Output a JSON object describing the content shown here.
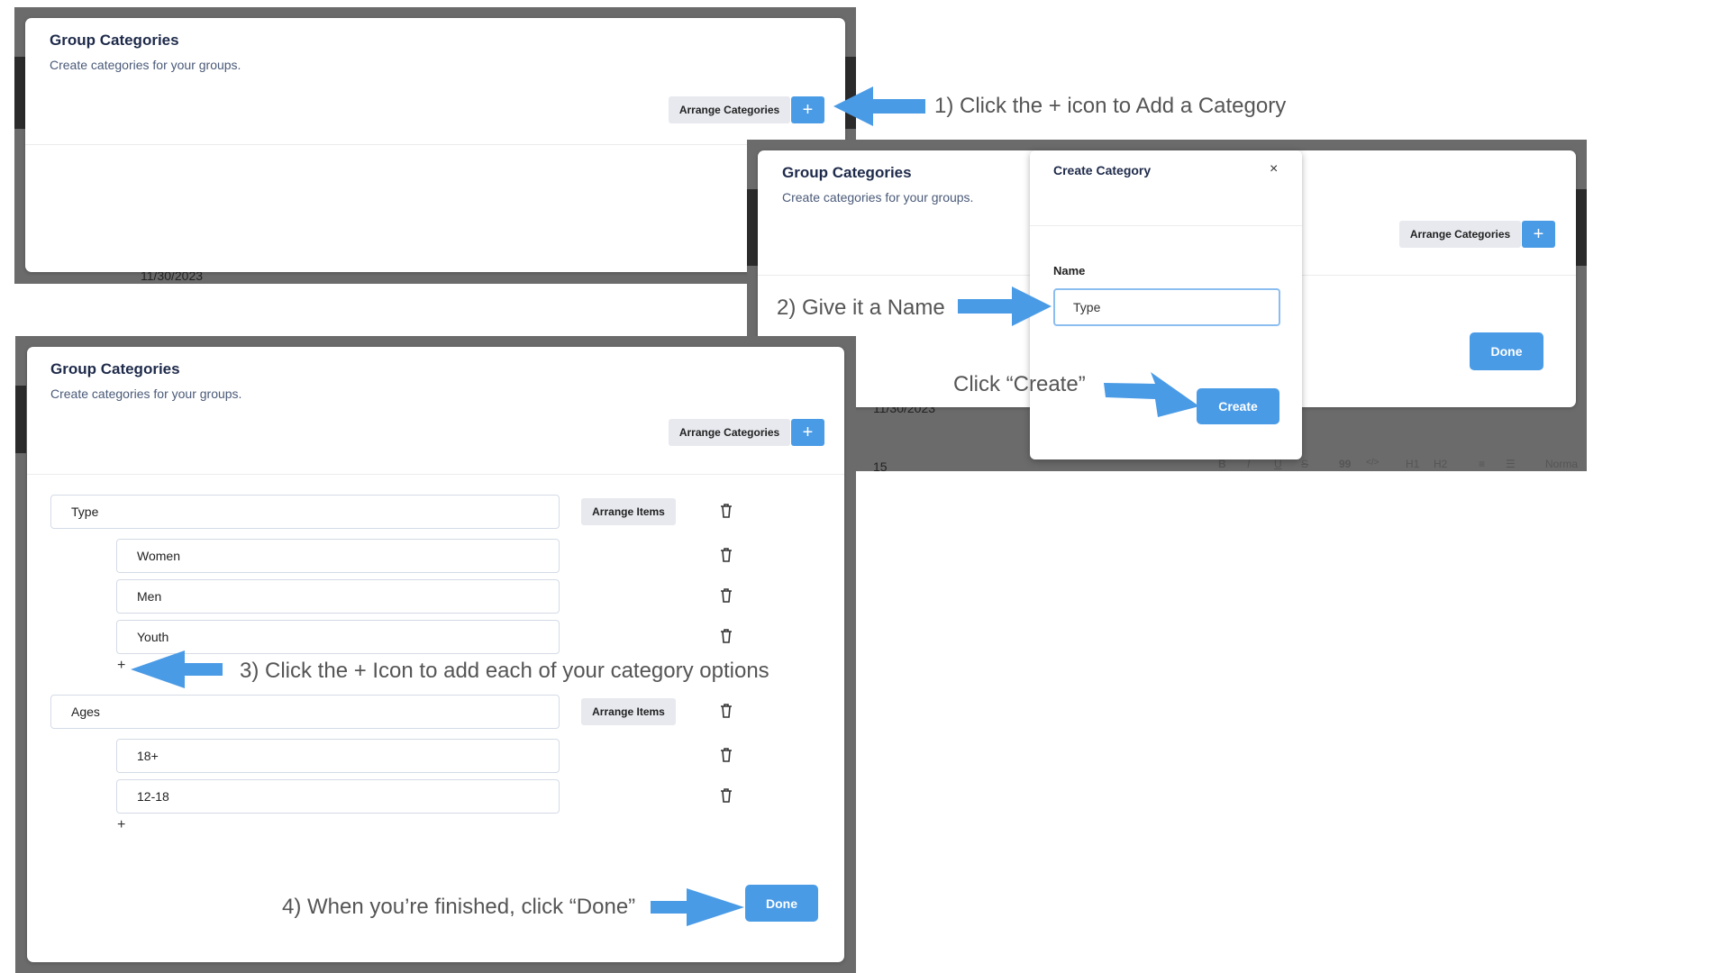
{
  "panel1": {
    "title": "Group Categories",
    "subtitle": "Create categories for your groups.",
    "arrange_label": "Arrange Categories",
    "add_label": "+",
    "bg_date": "11/30/2023"
  },
  "panel2": {
    "title": "Group Categories",
    "subtitle": "Create categories for your groups.",
    "arrange_label": "Arrange Categories",
    "add_label": "+",
    "done_label": "Done",
    "bg_date": "11/30/2023",
    "bg_number": "15",
    "toolbar": [
      "B",
      "I",
      "U",
      "S",
      "99",
      "</>",
      "H1",
      "H2",
      "≡",
      "☰",
      "Norma"
    ],
    "modal": {
      "title": "Create Category",
      "close_label": "×",
      "name_label": "Name",
      "name_value": "Type",
      "create_label": "Create"
    }
  },
  "panel3": {
    "title": "Group Categories",
    "subtitle": "Create categories for your groups.",
    "arrange_label": "Arrange Categories",
    "add_label": "+",
    "arrange_items_label": "Arrange Items",
    "done_label": "Done",
    "add_item_label": "+",
    "categories": [
      {
        "name": "Type",
        "items": [
          "Women",
          "Men",
          "Youth"
        ]
      },
      {
        "name": "Ages",
        "items": [
          "18+",
          "12-18"
        ]
      }
    ]
  },
  "annotations": {
    "step1": "1) Click the + icon to Add a Category",
    "step2": "2) Give it a Name",
    "step2b": "Click “Create”",
    "step3": "3) Click the + Icon to add each of your category options",
    "step4": "4) When you’re finished, click “Done”"
  },
  "colors": {
    "accent": "#4a9be6",
    "frame": "#6b6b6b",
    "title": "#1e2a4a",
    "annotation": "#555555"
  }
}
